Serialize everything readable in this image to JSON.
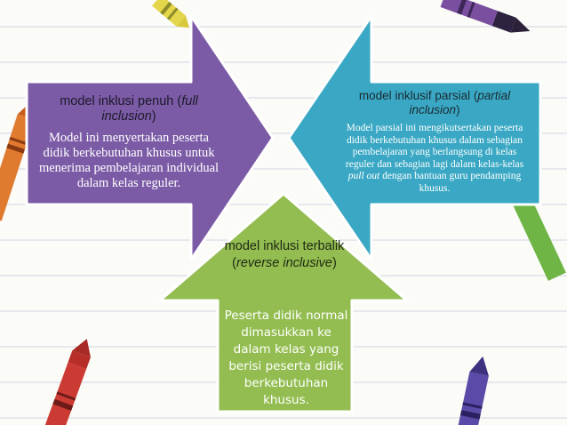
{
  "slide": {
    "left_card": {
      "title": "model inklusi penuh (",
      "title_italic": "full inclusion",
      "title_end": ")",
      "description": "Model ini menyertakan peserta didik berkebutuhan khusus untuk menerima pembelajaran individual dalam kelas reguler.",
      "color": "#7b5ba6"
    },
    "right_card": {
      "title": "model inklusif parsial (",
      "title_italic": "partial inclusion",
      "title_end": ")",
      "description_start": "Model parsial ini mengikutsertakan peserta didik berkebutuhan khusus dalam sebagian pembelajaran yang berlangsung di kelas reguler dan sebagian lagi dalam kelas-kelas ",
      "description_italic": "pull out",
      "description_end": " dengan bantuan guru pendamping khusus.",
      "color": "#3aa8c4"
    },
    "bottom_card": {
      "title": "model inklusi terbalik (",
      "title_italic": "reverse inclusive",
      "title_end": ")",
      "description": "Peserta didik normal dimasukkan ke dalam kelas yang berisi peserta didik berkebutuhan khusus.",
      "color": "#93bd50"
    }
  }
}
